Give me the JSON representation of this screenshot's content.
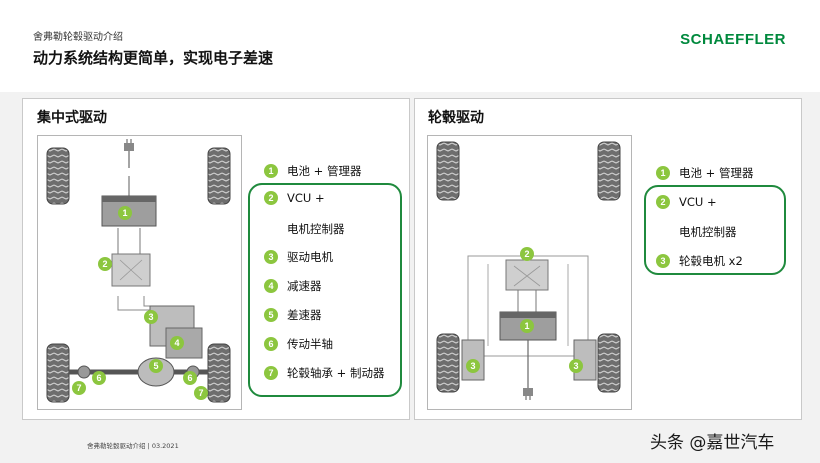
{
  "header": {
    "subtitle": "舍弗勒轮毂驱动介绍",
    "title": "动力系统结构更简单，实现电子差速",
    "brand": "SCHAEFFLER"
  },
  "left_panel": {
    "title": "集中式驱动",
    "legend": [
      {
        "num": "1",
        "label": "电池 + 管理器"
      },
      {
        "num": "2",
        "label": "VCU +"
      },
      {
        "num": "",
        "label": "电机控制器"
      },
      {
        "num": "3",
        "label": "驱动电机"
      },
      {
        "num": "4",
        "label": "减速器"
      },
      {
        "num": "5",
        "label": "差速器"
      },
      {
        "num": "6",
        "label": "传动半轴"
      },
      {
        "num": "7",
        "label": "轮毂轴承 + 制动器"
      }
    ],
    "diagram_badges": [
      "1",
      "2",
      "3",
      "4",
      "5",
      "6",
      "6",
      "7",
      "7"
    ]
  },
  "right_panel": {
    "title": "轮毂驱动",
    "legend": [
      {
        "num": "1",
        "label": "电池 + 管理器"
      },
      {
        "num": "2",
        "label": "VCU +"
      },
      {
        "num": "",
        "label": "电机控制器"
      },
      {
        "num": "3",
        "label": "轮毂电机 x2"
      }
    ],
    "diagram_badges": [
      "1",
      "2",
      "3",
      "3"
    ]
  },
  "footer": {
    "left": "舍弗勒轮毂驱动介绍 | 03.2021",
    "watermark": "头条 @嘉世汽车"
  },
  "colors": {
    "accent_green": "#00893d",
    "badge_green": "#8cc63f",
    "box_green": "#1f8a3d"
  }
}
